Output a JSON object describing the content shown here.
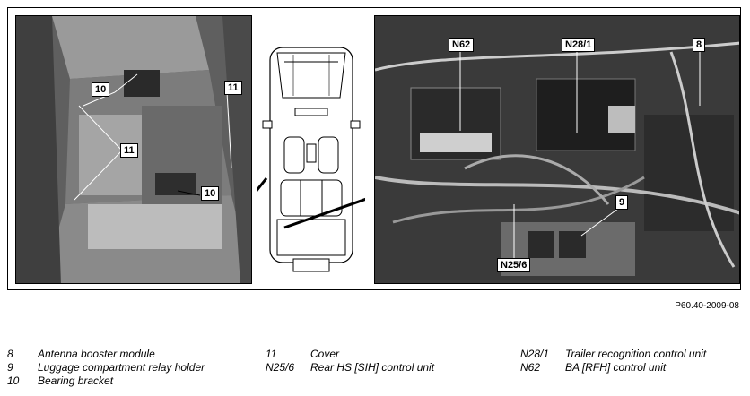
{
  "figure": {
    "left_callouts": [
      "10",
      "11",
      "11",
      "10"
    ],
    "right_callouts": [
      "N62",
      "N28/1",
      "8",
      "9",
      "N25/6"
    ],
    "doc_ref": "P60.40-2009-08"
  },
  "legend": [
    [
      {
        "key": "8",
        "label": "Antenna booster module"
      },
      {
        "key": "9",
        "label": "Luggage compartment relay holder"
      },
      {
        "key": "10",
        "label": "Bearing bracket"
      }
    ],
    [
      {
        "key": "11",
        "label": "Cover"
      },
      {
        "key": "N25/6",
        "label": "Rear HS [SIH] control unit"
      }
    ],
    [
      {
        "key": "N28/1",
        "label": "Trailer recognition control unit"
      },
      {
        "key": "N62",
        "label": "BA [RFH] control unit"
      }
    ]
  ]
}
